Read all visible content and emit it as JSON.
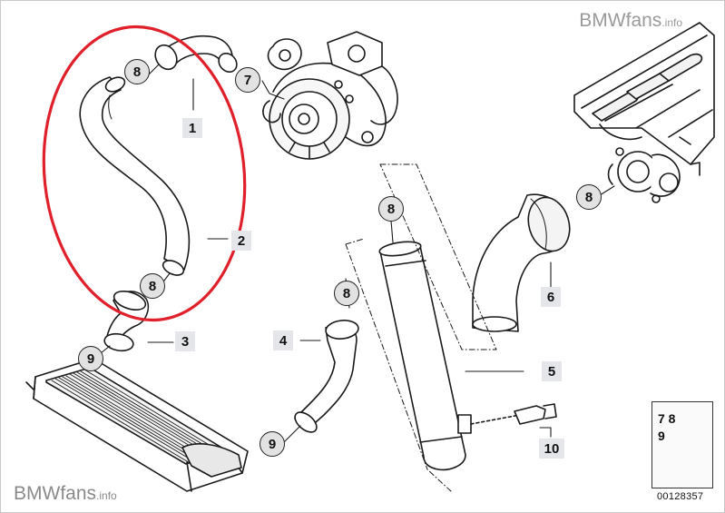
{
  "watermarks": {
    "top": {
      "brand": "BMWfans",
      "tld": ".info"
    },
    "bottom": {
      "brand": "BMWfans",
      "tld": ".info"
    }
  },
  "callouts": [
    "8",
    "7",
    "8",
    "8",
    "8",
    "9",
    "8",
    "9",
    "8"
  ],
  "part_numbers": [
    "1",
    "2",
    "3",
    "4",
    "5",
    "6",
    "10"
  ],
  "legend": {
    "digits": "7 8\n9"
  },
  "reference_code": "00128357",
  "colors": {
    "highlight_ellipse": "#e0202a",
    "callout_fill": "#e2e2e2",
    "label_fill": "#e4e6ea",
    "line": "#1a1a1a"
  }
}
